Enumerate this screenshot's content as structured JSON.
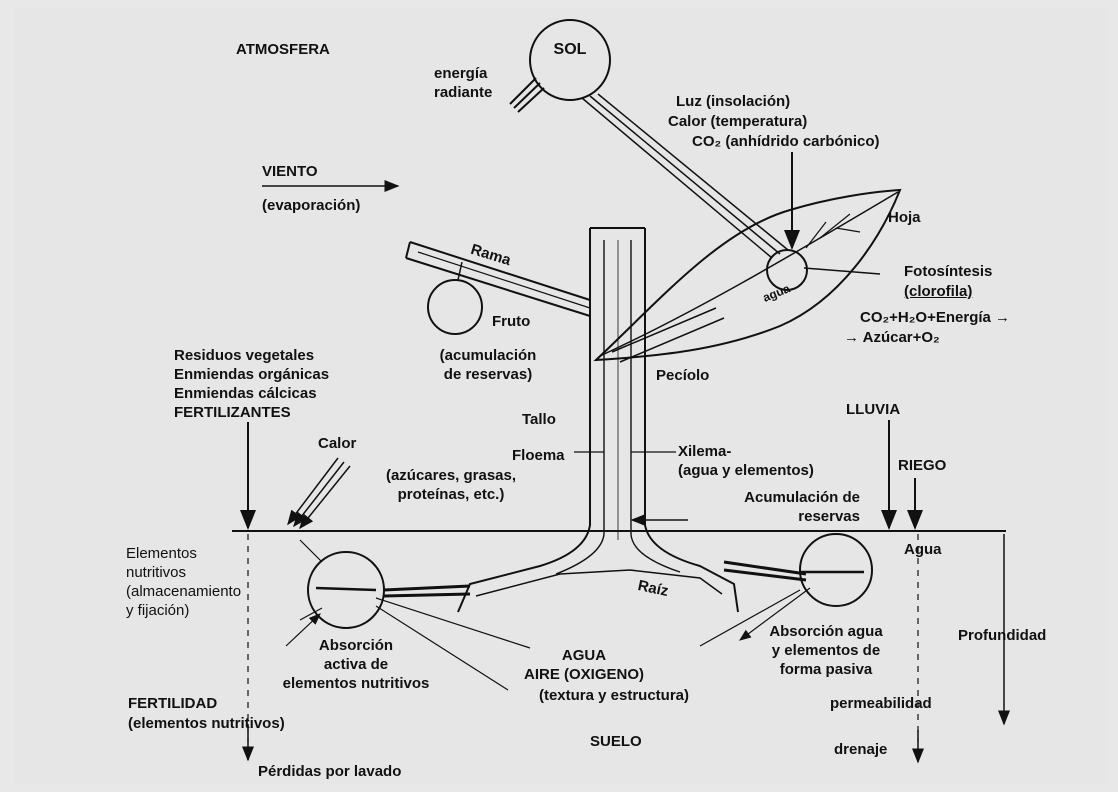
{
  "labels": {
    "atmosfera": "ATMOSFERA",
    "sol": "SOL",
    "energia_radiante": "energía\nradiante",
    "luz": "Luz (insolación)",
    "calor_temp": "Calor (temperatura)",
    "co2": "CO₂ (anhídrido carbónico)",
    "viento": "VIENTO",
    "evaporacion": "(evaporación)",
    "hoja": "Hoja",
    "rama": "Rama",
    "fotosintesis": "Fotosíntesis",
    "clorofila": "(clorofila)",
    "ecuacion_1": "CO₂+H₂O+Energía →",
    "ecuacion_2": "→ Azúcar+O₂",
    "agua_hoja": "agua",
    "fruto": "Fruto",
    "acumulacion_1": "(acumulación\nde reservas)",
    "peciolo": "Pecíolo",
    "residuos": "Residuos vegetales\nEnmiendas orgánicas\nEnmiendas cálcicas",
    "fertilizantes": "FERTILIZANTES",
    "calor": "Calor",
    "tallo": "Tallo",
    "floema": "Floema",
    "floema_desc": "(azúcares, grasas,\nproteínas, etc.)",
    "xilema": "Xilema-\n(agua y elementos)",
    "lluvia": "LLUVIA",
    "riego": "RIEGO",
    "acumulacion_2": "Acumulación de\nreservas",
    "agua_suelo": "Agua",
    "elementos_nutritivos": "Elementos\nnutritivos\n(almacenamiento\ny fijación)",
    "raiz": "Raíz",
    "absorcion_activa": "Absorción\nactiva de\nelementos nutritivos",
    "agua_aire": "AGUA\nAIRE (OXIGENO)",
    "textura": "(textura y estructura)",
    "absorcion_pasiva": "Absorción agua\ny elementos de\nforma pasiva",
    "profundidad": "Profundidad",
    "permeabilidad": "permeabilidad",
    "fertilidad": "FERTILIDAD",
    "fertilidad_desc": "(elementos nutritivos)",
    "suelo": "SUELO",
    "drenaje": "drenaje",
    "perdidas": "Pérdidas por lavado"
  }
}
